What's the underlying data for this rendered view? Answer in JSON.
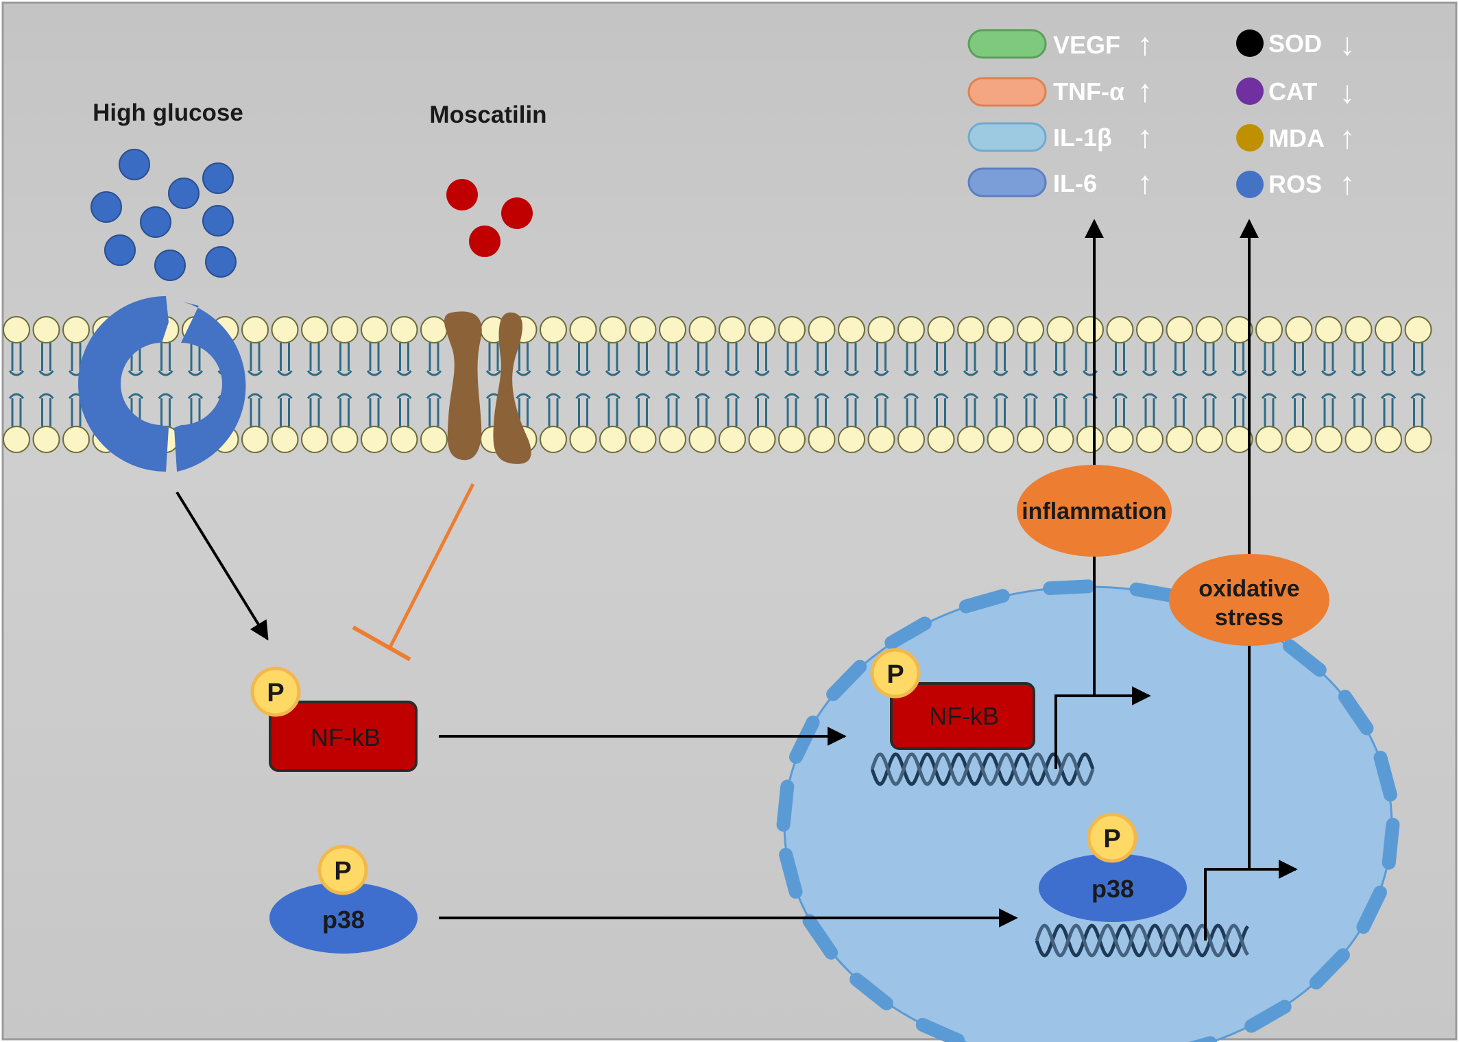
{
  "inputs": {
    "high_glucose_label": "High glucose",
    "moscatilin_label": "Moscatilin"
  },
  "cytoplasm": {
    "nfkb_label": "NF-kB",
    "p38_label": "p38",
    "phospho_label": "P"
  },
  "nucleus": {
    "nfkb_label": "NF-kB",
    "p38_label": "p38",
    "phospho_label": "P"
  },
  "processes": {
    "inflammation_label": "inflammation",
    "oxidative_stress_line1": "oxidative",
    "oxidative_stress_line2": "stress"
  },
  "cytokine_legend": [
    {
      "label": "VEGF",
      "arrow": "↑",
      "color": "#7fc97f"
    },
    {
      "label": "TNF-α",
      "arrow": "↑",
      "color": "#f4a582"
    },
    {
      "label": "IL-1β",
      "arrow": "↑",
      "color": "#9ecae1"
    },
    {
      "label": "IL-6",
      "arrow": "↑",
      "color": "#7b9ed9"
    }
  ],
  "oxidative_legend": [
    {
      "label": "SOD",
      "arrow": "↓",
      "color": "#000000"
    },
    {
      "label": "CAT",
      "arrow": "↓",
      "color": "#7030a0"
    },
    {
      "label": "MDA",
      "arrow": "↑",
      "color": "#bf9000"
    },
    {
      "label": "ROS",
      "arrow": "↑",
      "color": "#4472c4"
    }
  ],
  "colors": {
    "background": "#c9c9c9",
    "membrane_head": "#fbf4c4",
    "glucose": "#3a6cc4",
    "moscatilin": "#c00000",
    "receptor_glucose": "#4472c4",
    "receptor_moscatilin": "#8c6239",
    "nfkb": "#c00000",
    "p38": "#3e6fcf",
    "phospho": "#ffd966",
    "nucleus": "#9dc3e6",
    "process": "#ed7d31",
    "inhibit": "#ed7d31"
  }
}
